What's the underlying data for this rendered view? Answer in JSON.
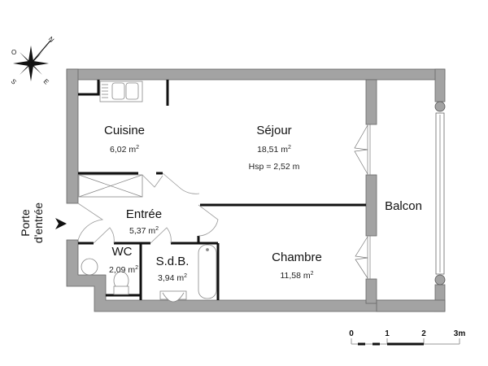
{
  "plan": {
    "rooms": [
      {
        "id": "cuisine",
        "name": "Cuisine",
        "area": "6,02 m",
        "unit_sup": "2"
      },
      {
        "id": "sejour",
        "name": "Séjour",
        "area": "18,51 m",
        "unit_sup": "2",
        "height": "Hsp = 2,52 m"
      },
      {
        "id": "entree",
        "name": "Entrée",
        "area": "5,37 m",
        "unit_sup": "2"
      },
      {
        "id": "wc",
        "name": "WC",
        "area": "2,09 m",
        "unit_sup": "2"
      },
      {
        "id": "sdb",
        "name": "S.d.B.",
        "area": "3,94 m",
        "unit_sup": "2"
      },
      {
        "id": "chambre",
        "name": "Chambre",
        "area": "11,58 m",
        "unit_sup": "2"
      },
      {
        "id": "balcon",
        "name": "Balcon"
      }
    ],
    "entrance": {
      "line1": "Porte",
      "line2": "d'entrée"
    },
    "compass": {
      "n": "N",
      "s": "S",
      "e": "E",
      "o": "O"
    },
    "scale": {
      "ticks": [
        "0",
        "1",
        "2",
        "3m"
      ]
    },
    "colors": {
      "wall": "#a3a3a3",
      "wall_edge": "#666666",
      "partition": "#111111",
      "fixture": "#888888"
    }
  }
}
